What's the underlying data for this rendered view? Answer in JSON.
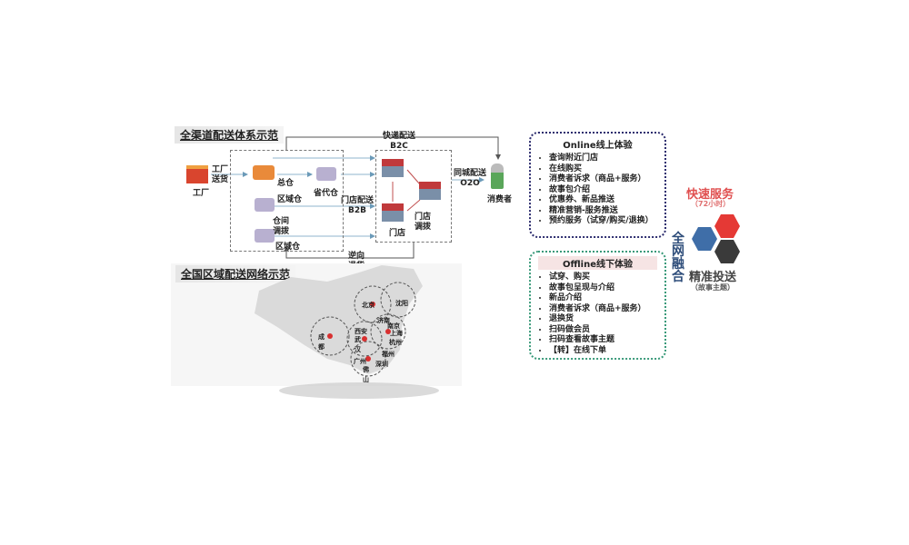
{
  "top": {
    "title": "全渠道配送体系示范",
    "factory": "工厂",
    "factory_ship": "工厂送货",
    "main_wh": "总仓",
    "prov_wh": "省代仓",
    "region_wh_1": "区域仓",
    "transfer": "仓间调拨",
    "region_wh_2": "区域仓",
    "b2c": "快递配送",
    "b2c_code": "B2C",
    "b2b": "门店配送",
    "b2b_code": "B2B",
    "o2o": "同城配送",
    "o2o_code": "O2O",
    "consumer": "消费者",
    "store": "门店",
    "store_transfer": "门店调拨",
    "return": "逆向退货"
  },
  "map": {
    "title": "全国区域配送网络示范",
    "cities": [
      "北京",
      "沈阳",
      "济南",
      "南京",
      "上海",
      "杭州",
      "成都",
      "西安",
      "武汉",
      "福州",
      "广州",
      "深圳",
      "佛山"
    ]
  },
  "online": {
    "title": "Online线上体验",
    "items": [
      "查询附近门店",
      "在线购买",
      "消费者诉求（商品+服务）",
      "故事包介绍",
      "优惠券、新品推送",
      "精准营销-服务推送",
      "预约服务（试穿/购买/退换）"
    ]
  },
  "offline": {
    "title": "Offline线下体验",
    "items": [
      "试穿、购买",
      "故事包呈现与介绍",
      "新品介绍",
      "消费者诉求（商品+服务）",
      "退换货",
      "扫码做会员",
      "扫码查看故事主题",
      "【转】在线下单"
    ]
  },
  "fusion": "全网融合",
  "fast": {
    "title": "快速服务",
    "sub": "（72小时）"
  },
  "precise": {
    "title": "精准投送",
    "sub": "（故事主题）"
  },
  "colors": {
    "red": "#e53935",
    "blue": "#3f6ea8",
    "dark": "#3a3a3a",
    "online_border": "#2c2c6e",
    "offline_border": "#3a9a7a"
  }
}
